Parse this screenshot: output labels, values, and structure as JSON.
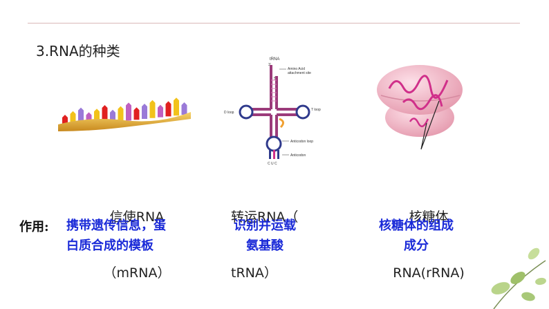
{
  "slide": {
    "title": "3.RNA的种类",
    "role_label": "作用:"
  },
  "types": [
    {
      "name_line1": "信使RNA",
      "name_line2": "（mRNA）",
      "function": "携带遗传信息，蛋\n白质合成的模板",
      "image_icon": "mrna-strand-icon"
    },
    {
      "name_line1": "转运RNA（",
      "name_line2": "tRNA）",
      "function": "识别并运载\n氨基酸",
      "image_icon": "trna-cloverleaf-icon"
    },
    {
      "name_line1": "核糖体",
      "name_line2": "RNA(rRNA)",
      "function": "核糖体的组成\n成分",
      "image_icon": "ribosome-icon"
    }
  ],
  "trna_diagram": {
    "title": "tRNA",
    "five_prime": "5'",
    "three_prime": "3'",
    "amino_acid_site_l1": "Amino Acid",
    "amino_acid_site_l2": "attachment site",
    "d_loop": "D loop",
    "t_loop": "T loop",
    "anticodon_loop": "Anticodon loop",
    "anticodon": "Anticodon",
    "anticodon_bases": "C U C"
  },
  "colors": {
    "function_text": "#1a2ad8",
    "trna_stem": "#9b3b7a",
    "trna_loop": "#2f3a8c",
    "ribosome": "#f0bcc8",
    "rrna_strand": "#d0308a"
  }
}
